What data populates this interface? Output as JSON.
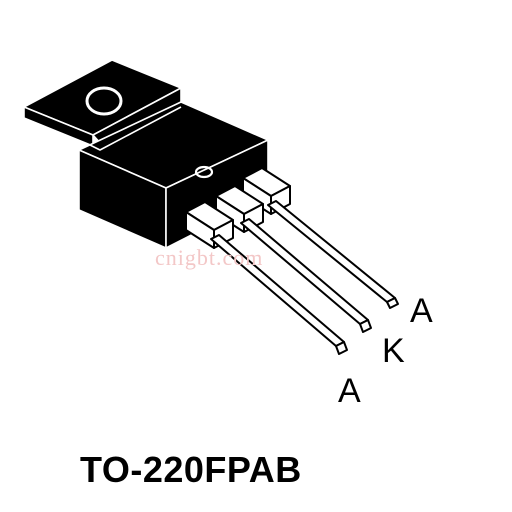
{
  "diagram": {
    "package_name": "TO-220FPAB",
    "watermark": "cnigbt.com",
    "pins": [
      {
        "label": "A"
      },
      {
        "label": "K"
      },
      {
        "label": "A"
      }
    ],
    "colors": {
      "body": "#000000",
      "outline": "#000000",
      "lead_fill": "#ffffff",
      "watermark": "#f3c7c7"
    }
  }
}
